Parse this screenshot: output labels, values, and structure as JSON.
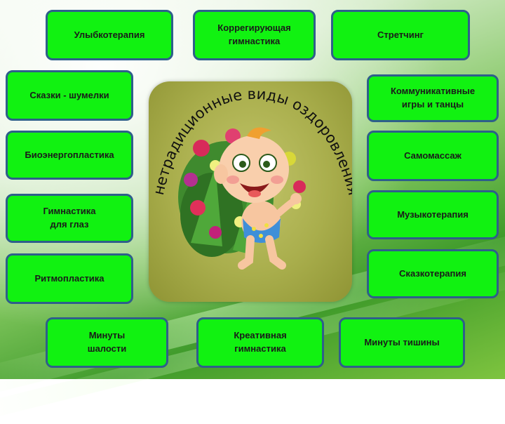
{
  "title": "нетрадиционные виды оздоровления",
  "buttons": {
    "b1": "Улыбкотерапия",
    "b2": "Коррегирующая\nгимнастика",
    "b3": "Стретчинг",
    "b4": "Сказки - шумелки",
    "b5": "Коммуникативные\nигры и танцы",
    "b6": "Биоэнергопластика",
    "b7": "Самомассаж",
    "b8": "Гимнастика\nдля глаз",
    "b9": "Музыкотерапия",
    "b10": "Ритмопластика",
    "b11": "Сказкотерапия",
    "b12": "Минуты\nшалости",
    "b13": "Креативная\nгимнастика",
    "b14": "Минуты тишины"
  },
  "colors": {
    "button": "#11f211",
    "button_border": "#2e5f8a",
    "panel": "#a9ae4c"
  }
}
